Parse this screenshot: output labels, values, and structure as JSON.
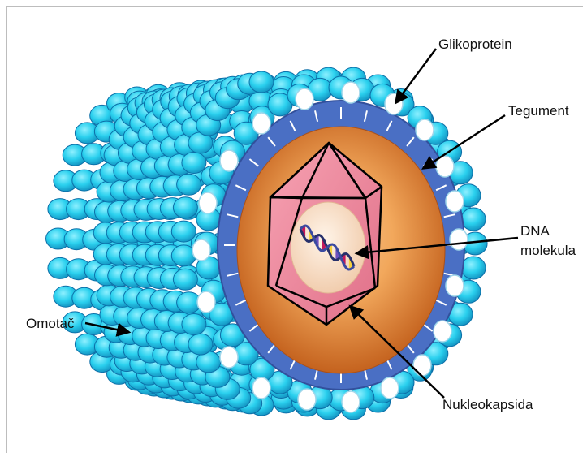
{
  "labels": {
    "glycoprotein": "Glikoprotein",
    "tegument": "Tegument",
    "dna_line1": "DNA",
    "dna_line2": "molekula",
    "envelope": "Omotač",
    "nucleocapsid": "Nukleokapsida"
  },
  "colors": {
    "envelope_bead": "#2ad0ee",
    "envelope_bead_dark": "#1597c4",
    "envelope_bead_edge": "#0c6fa8",
    "tegument_ring": "#4a6fc4",
    "tegument_ring_dark": "#32509c",
    "core_orange": "#d9742c",
    "core_orange_light": "#f2a85c",
    "capsid_pink": "#f28a9e",
    "capsid_pink_dark": "#d9607a",
    "dna_core": "#f8dcc4",
    "glycoprotein_white": "#ffffff",
    "arrow": "#000000"
  }
}
